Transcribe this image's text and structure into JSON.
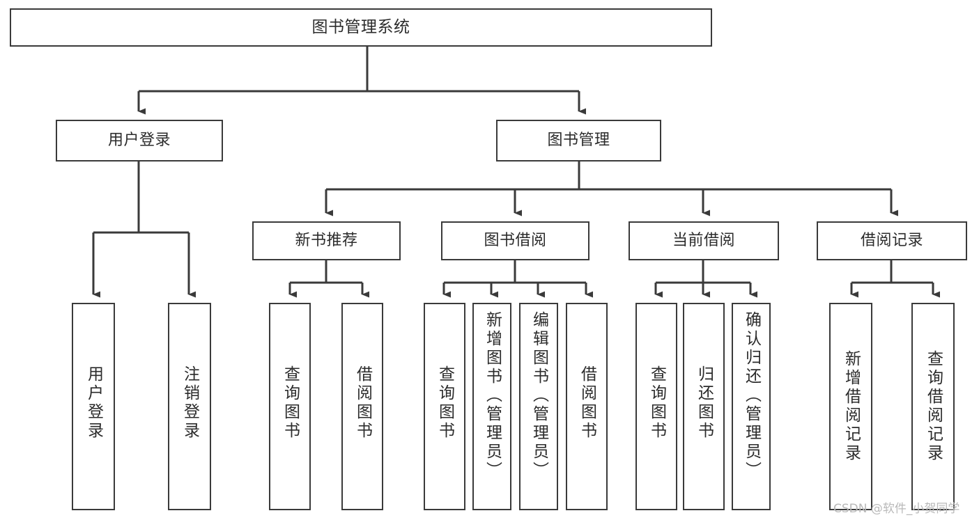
{
  "diagram": {
    "type": "tree-hierarchy",
    "title_text": "图书管理系统",
    "orientation": "top-down",
    "colors": {
      "box_border": "#3a3a3a",
      "box_fill": "#ffffff",
      "edge": "#3a3a3a",
      "text": "#2b2b2b",
      "background": "#ffffff",
      "watermark": "#b9b9b9"
    }
  },
  "watermark": {
    "text": "CSDN @软件_小贺同学"
  },
  "nodes": {
    "root": {
      "label": "图书管理系统",
      "level": 1
    },
    "level2": [
      {
        "id": "user-login",
        "label": "用户登录"
      },
      {
        "id": "book-manage",
        "label": "图书管理"
      }
    ],
    "level3": [
      {
        "id": "new-book-recommend",
        "label": "新书推荐",
        "parent": "book-manage"
      },
      {
        "id": "book-borrow",
        "label": "图书借阅",
        "parent": "book-manage"
      },
      {
        "id": "current-borrow",
        "label": "当前借阅",
        "parent": "book-manage"
      },
      {
        "id": "borrow-record",
        "label": "借阅记录",
        "parent": "book-manage"
      }
    ],
    "leaves": [
      {
        "id": "leaf-user-login",
        "label": "用户登录",
        "parent": "user-login"
      },
      {
        "id": "leaf-logout-login",
        "label": "注销登录",
        "parent": "user-login"
      },
      {
        "id": "leaf-query-book-1",
        "label": "查询图书",
        "parent": "new-book-recommend"
      },
      {
        "id": "leaf-borrow-book-1",
        "label": "借阅图书",
        "parent": "new-book-recommend"
      },
      {
        "id": "leaf-query-book-2",
        "label": "查询图书",
        "parent": "book-borrow"
      },
      {
        "id": "leaf-add-book",
        "label": "新增图书（管理员）",
        "parent": "book-borrow"
      },
      {
        "id": "leaf-edit-book",
        "label": "编辑图书（管理员）",
        "parent": "book-borrow"
      },
      {
        "id": "leaf-borrow-book-2",
        "label": "借阅图书",
        "parent": "book-borrow"
      },
      {
        "id": "leaf-query-book-3",
        "label": "查询图书",
        "parent": "current-borrow"
      },
      {
        "id": "leaf-return-book",
        "label": "归还图书",
        "parent": "current-borrow"
      },
      {
        "id": "leaf-confirm-return",
        "label": "确认归还（管理员）",
        "parent": "current-borrow"
      },
      {
        "id": "leaf-add-record",
        "label": "新增借阅记录",
        "parent": "borrow-record"
      },
      {
        "id": "leaf-query-record",
        "label": "查询借阅记录",
        "parent": "borrow-record"
      }
    ]
  }
}
